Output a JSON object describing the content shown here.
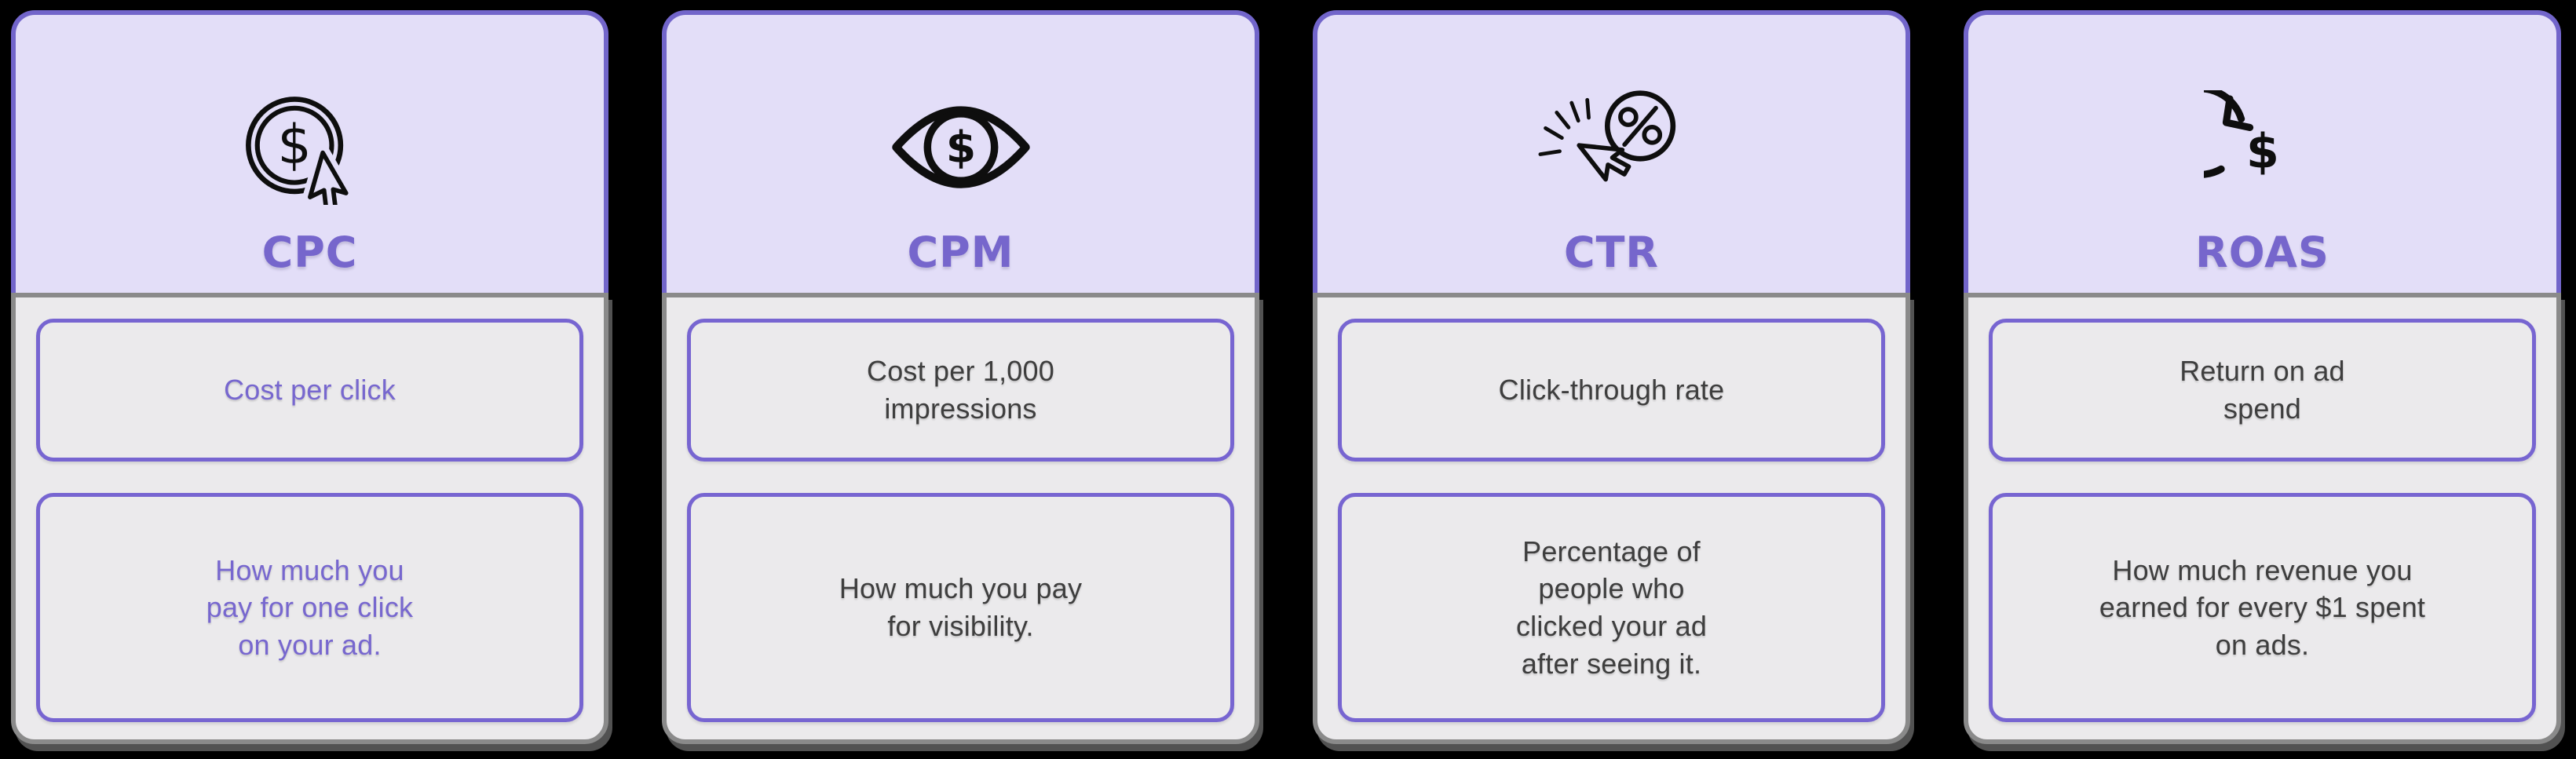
{
  "page": {
    "background": "#000000"
  },
  "colors": {
    "header_bg": "#E3DEF8",
    "header_border": "#7265CA",
    "title_accent": "#7666CC",
    "body_bg": "#EBEAEC",
    "body_border": "#8A8A8A",
    "box_border": "#7765D1",
    "text_dark": "#3E3E3E",
    "text_purple": "#7767CF",
    "icon_stroke": "#0E0E0E"
  },
  "cards": [
    {
      "title": "CPC",
      "icon": "dollar-coin-click-icon",
      "definition": "Cost per click",
      "description": "How much you\npay for one click\non your ad.",
      "text_color": "#7767CF"
    },
    {
      "title": "CPM",
      "icon": "eye-dollar-icon",
      "definition": "Cost per 1,000\nimpressions",
      "description": "How much you pay\nfor visibility.",
      "text_color": "#3E3E3E"
    },
    {
      "title": "CTR",
      "icon": "click-percent-icon",
      "definition": "Click-through rate",
      "description": "Percentage of\npeople who\nclicked your ad\nafter seeing it.",
      "text_color": "#3E3E3E"
    },
    {
      "title": "ROAS",
      "icon": "rotating-dollar-icon",
      "definition": "Return on ad\nspend",
      "description": "How much revenue you\nearned for every $1 spent\non ads.",
      "text_color": "#3E3E3E"
    }
  ]
}
